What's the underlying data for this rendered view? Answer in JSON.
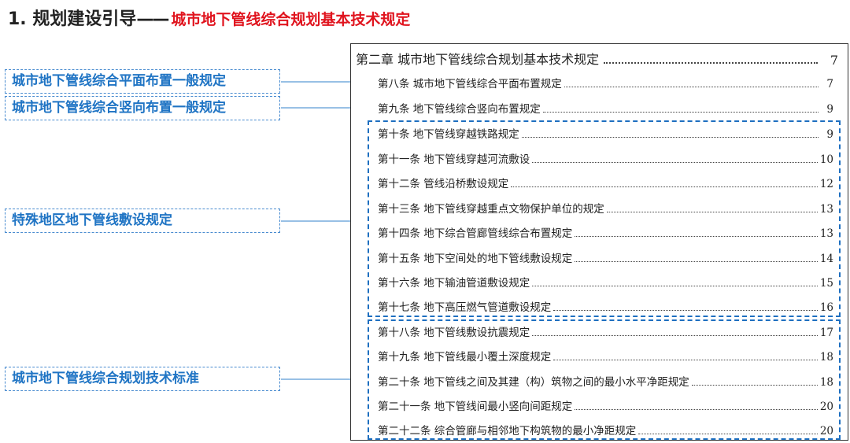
{
  "header": {
    "title": "1. 规划建设引导",
    "dash": "——",
    "subtitle": "城市地下管线综合规划基本技术规定"
  },
  "labels": [
    "城市地下管线综合平面布置一般规定",
    "城市地下管线综合竖向布置一般规定",
    "特殊地区地下管线敷设规定",
    "城市地下管线综合规划技术标准"
  ],
  "toc": {
    "chapter": {
      "text": "第二章  城市地下管线综合规划基本技术规定",
      "page": "7"
    },
    "entries": [
      {
        "text": "第八条  城市地下管线综合平面布置规定",
        "page": "7"
      },
      {
        "text": "第九条  地下管线综合竖向布置规定",
        "page": "9"
      },
      {
        "text": "第十条    地下管线穿越铁路规定",
        "page": "9"
      },
      {
        "text": "第十一条  地下管线穿越河流敷设",
        "page": "10"
      },
      {
        "text": "第十二条    管线沿桥敷设规定",
        "page": "12"
      },
      {
        "text": "第十三条    地下管线穿越重点文物保护单位的规定",
        "page": "13"
      },
      {
        "text": "第十四条  地下综合管廊管线综合布置规定",
        "page": "13"
      },
      {
        "text": "第十五条  地下空间处的地下管线敷设规定",
        "page": "14"
      },
      {
        "text": "第十六条    地下输油管道敷设规定",
        "page": "15"
      },
      {
        "text": "第十七条  地下高压燃气管道敷设规定",
        "page": "16"
      },
      {
        "text": "第十八条    地下管线敷设抗震规定",
        "page": "17"
      },
      {
        "text": "第十九条    地下管线最小覆土深度规定",
        "page": "18"
      },
      {
        "text": "第二十条    地下管线之间及其建（构）筑物之间的最小水平净距规定",
        "page": "18"
      },
      {
        "text": "第二十一条  地下管线间最小竖向间距规定",
        "page": "20"
      },
      {
        "text": "第二十二条  综合管廊与相邻地下构筑物的最小净距规定",
        "page": "20"
      }
    ]
  },
  "colors": {
    "title": "#222222",
    "subtitle": "#e0141e",
    "label_text": "#1f74c4",
    "label_border": "#4a8cd0",
    "group_border": "#1e6fc0",
    "arrow": "#5b9bd5"
  }
}
